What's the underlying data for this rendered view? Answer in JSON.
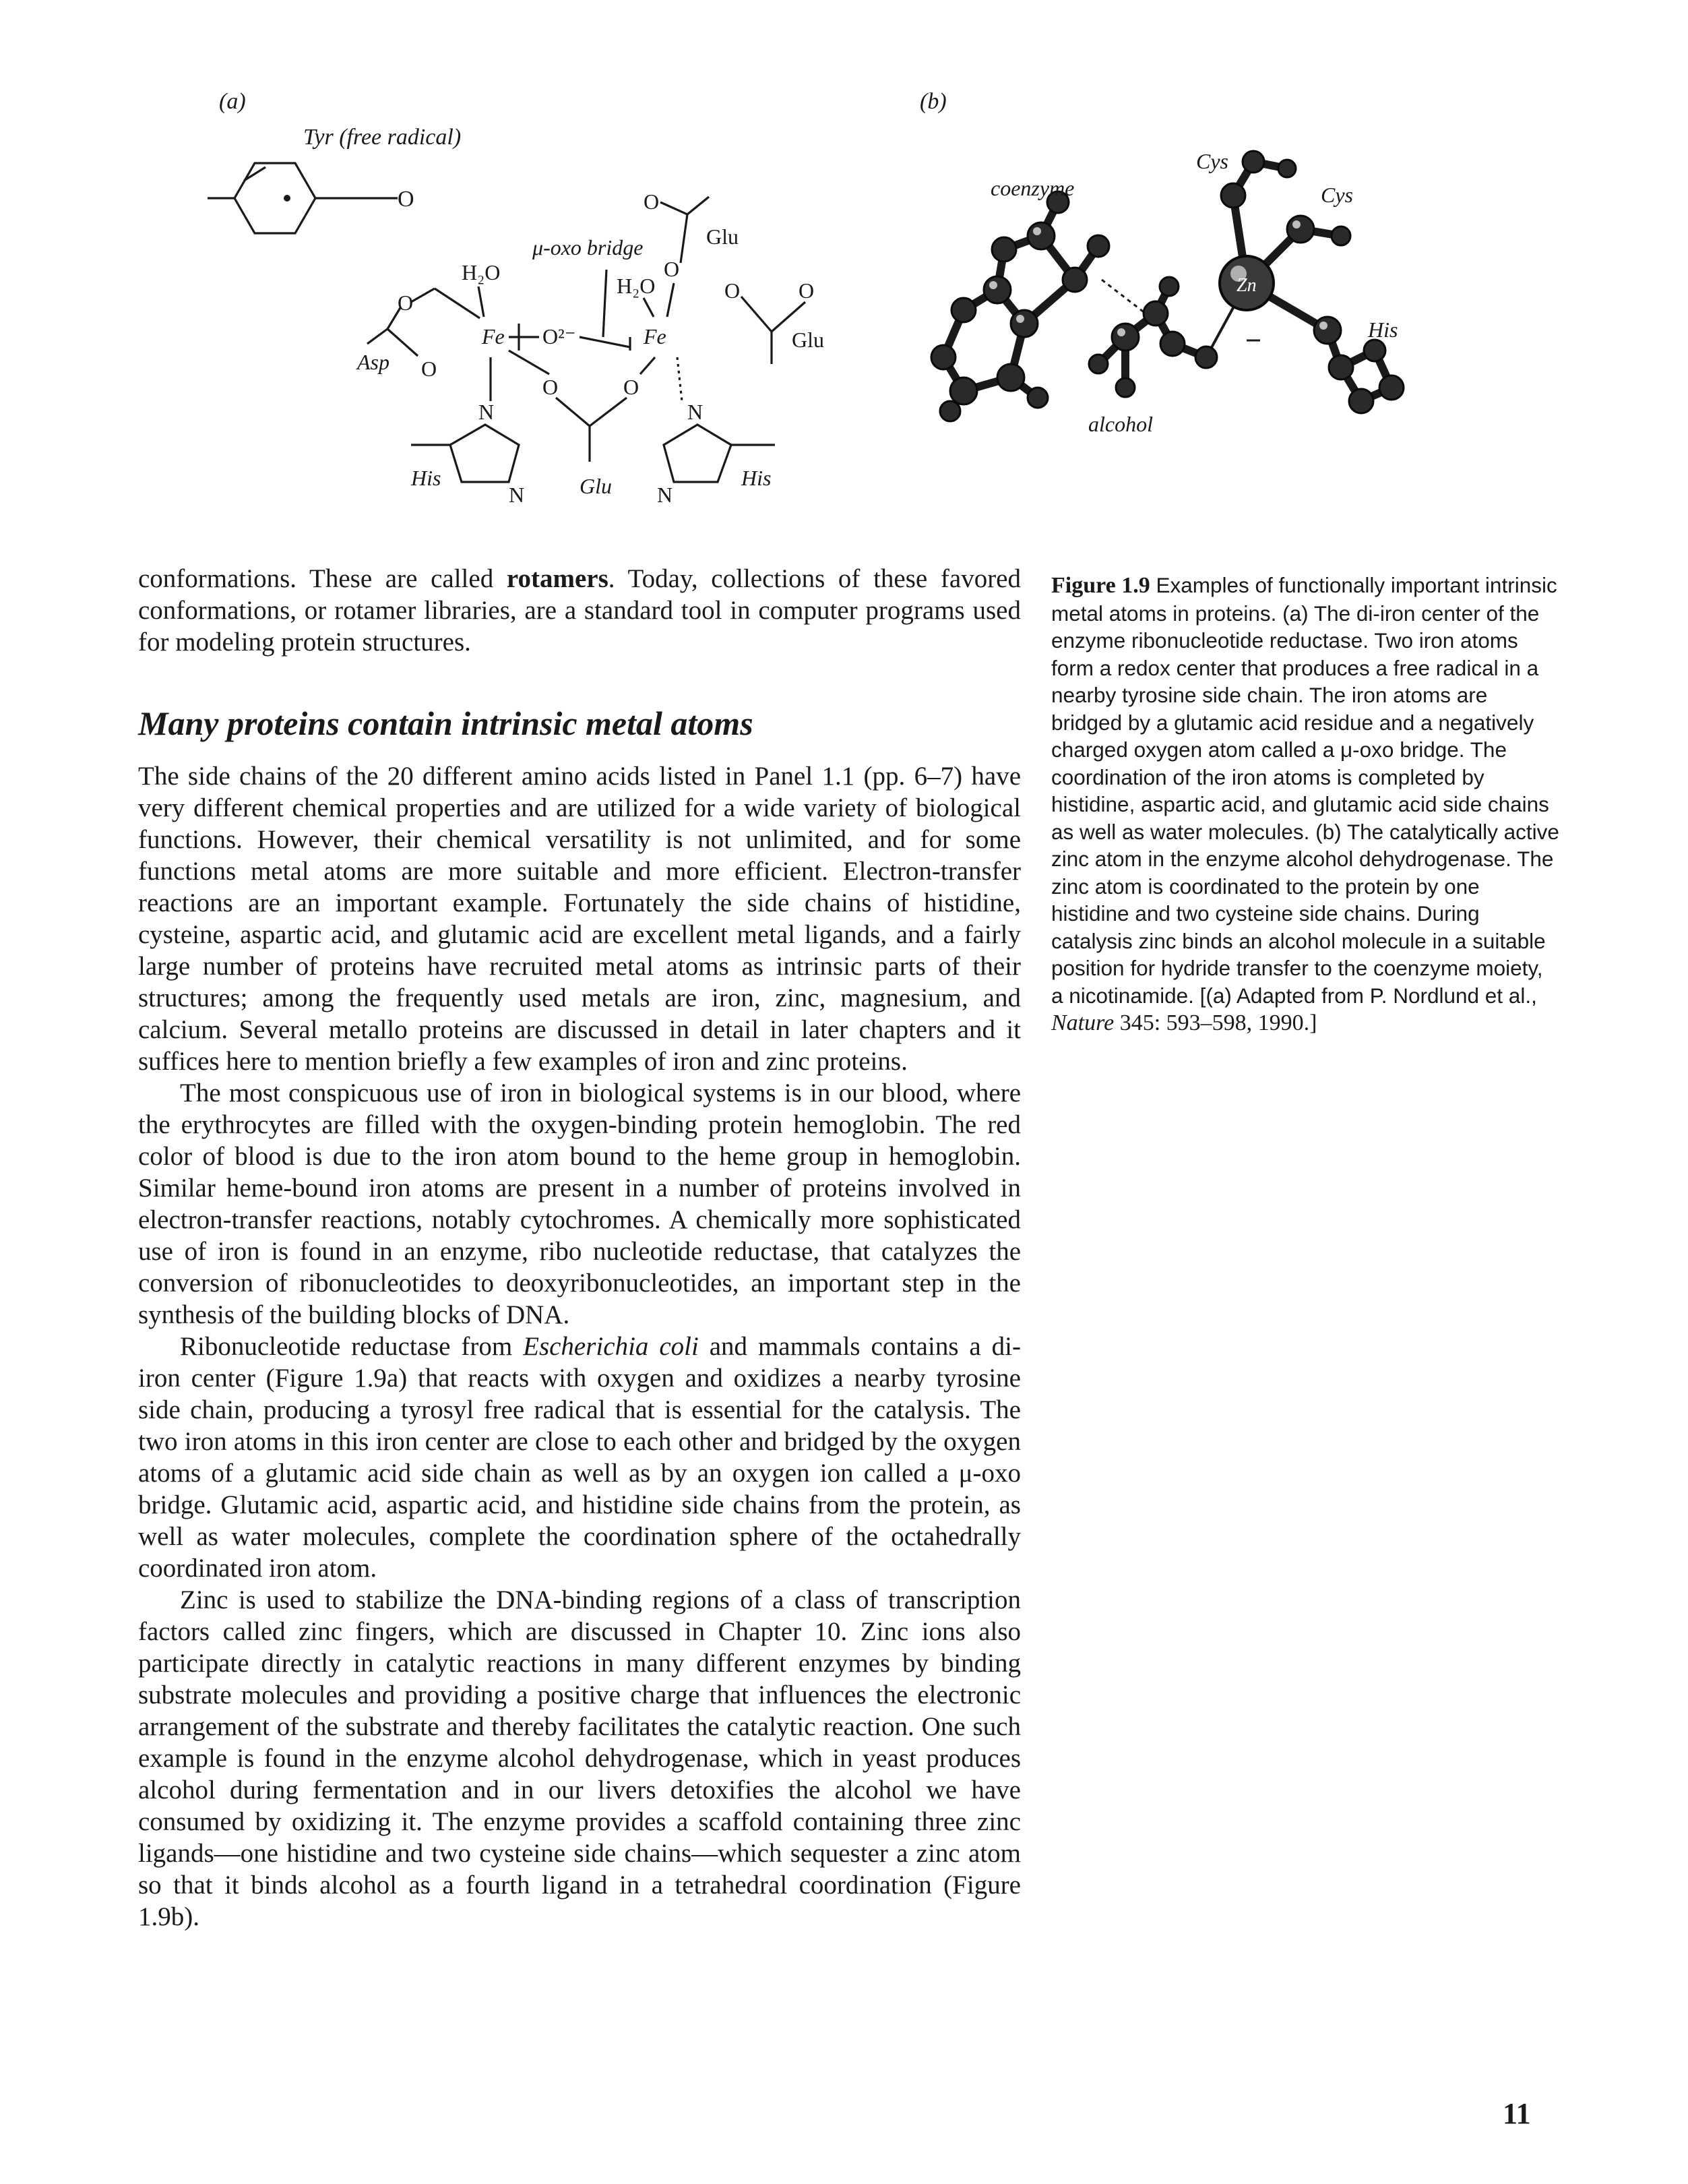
{
  "figure": {
    "panel_a": {
      "label": "(a)",
      "labels": {
        "tyr": "Tyr (free radical)",
        "mu_oxo": "μ-oxo bridge",
        "glu_top": "Glu",
        "h2o_left": "H₂O",
        "h2o_right": "H₂O",
        "fe_left": "Fe",
        "fe_right": "Fe",
        "o2minus": "O²⁻",
        "glu_right": "Glu",
        "asp": "Asp",
        "his_left": "His",
        "glu_bottom": "Glu",
        "his_right": "His",
        "o": "O",
        "n": "N"
      }
    },
    "panel_b": {
      "label": "(b)",
      "labels": {
        "coenzyme": "coenzyme",
        "cys1": "Cys",
        "cys2": "Cys",
        "his": "His",
        "alcohol": "alcohol",
        "zn": "Zn"
      }
    }
  },
  "body": {
    "p1_a": "conformations. These are called ",
    "p1_bold": "rotamers",
    "p1_b": ". Today, collections of these favored conformations, or rotamer libraries, are a standard tool in computer programs used for modeling protein structures.",
    "heading": "Many proteins contain intrinsic metal atoms",
    "p2": "The side chains of the 20 different amino acids listed in Panel 1.1 (pp. 6–7) have very different chemical properties and are utilized for a wide variety of biological functions. However, their chemical versatility is not unlimited, and for some functions metal atoms are more suitable and more efficient. Electron-transfer reactions are an important example. Fortunately the side chains of histidine, cysteine, aspartic acid, and glutamic acid are excellent metal ligands, and a fairly large number of proteins have recruited metal atoms as intrinsic parts of their structures; among the frequently used metals are iron, zinc, magnesium, and calcium. Several metallo proteins are discussed in detail in later chapters and it suffices here to mention briefly a few examples of iron and zinc proteins.",
    "p3": "The most conspicuous use of iron in biological systems is in our blood, where the erythrocytes are filled with the oxygen-binding protein hemoglobin. The red color of blood is due to the iron atom bound to the heme group in hemoglobin. Similar heme-bound iron atoms are present in a number of proteins involved in electron-transfer reactions, notably cytochromes. A chemically more sophisticated use of iron is found in an enzyme, ribo nucleotide reductase, that catalyzes the conversion of ribonucleotides to deoxyribonucleotides, an important step in the synthesis of the building blocks of DNA.",
    "p4_a": "Ribonucleotide reductase from ",
    "p4_italic": "Escherichia coli",
    "p4_b": " and mammals contains a di-iron center (Figure 1.9a) that reacts with oxygen and oxidizes a nearby tyrosine side chain, producing a tyrosyl free radical that is essential for the catalysis. The two iron atoms in this iron center are close to each other and bridged by the oxygen atoms of a glutamic acid side chain as well as by an oxygen ion called a μ-oxo bridge. Glutamic acid, aspartic acid, and histidine side chains from the protein, as well as water molecules, complete the coordination sphere of the octahedrally coordinated iron atom.",
    "p5": "Zinc is used to stabilize the DNA-binding regions of a class of transcription factors called zinc fingers, which are discussed in Chapter 10. Zinc ions also participate directly in catalytic reactions in many different enzymes by binding substrate molecules and providing a positive charge that influences the electronic arrangement of the substrate and thereby facilitates the catalytic reaction. One such example is found in the enzyme alcohol dehydrogenase, which in yeast produces alcohol during fermentation and in our livers detoxifies the alcohol we have consumed by oxidizing it. The enzyme provides a scaffold containing three zinc ligands—one histidine and two cysteine side chains—which sequester a zinc atom so that it binds alcohol as a fourth ligand in a tetrahedral coordination (Figure 1.9b)."
  },
  "caption": {
    "label": "Figure 1.9",
    "text": " Examples of functionally important intrinsic metal atoms in proteins. (a) The di-iron center of the enzyme ribonucleotide reductase. Two iron atoms form a redox center that produces a free radical in a nearby tyrosine side chain. The iron atoms are bridged by a glutamic acid residue and a negatively charged oxygen atom called a μ-oxo bridge. The coordination of the iron atoms is completed by histidine, aspartic acid, and glutamic acid side chains as well as water molecules. (b) The catalytically active zinc atom in the enzyme alcohol dehydrogenase. The zinc atom is coordinated to the protein by one histidine and two cysteine side chains. During catalysis zinc binds an alcohol molecule in a suitable position for hydride transfer to the coenzyme moiety, a nicotinamide. [(a) Adapted from P. Nordlund et al., ",
    "journal": "Nature",
    "ref": " 345: 593–598, 1990.]"
  },
  "page_number": "11"
}
